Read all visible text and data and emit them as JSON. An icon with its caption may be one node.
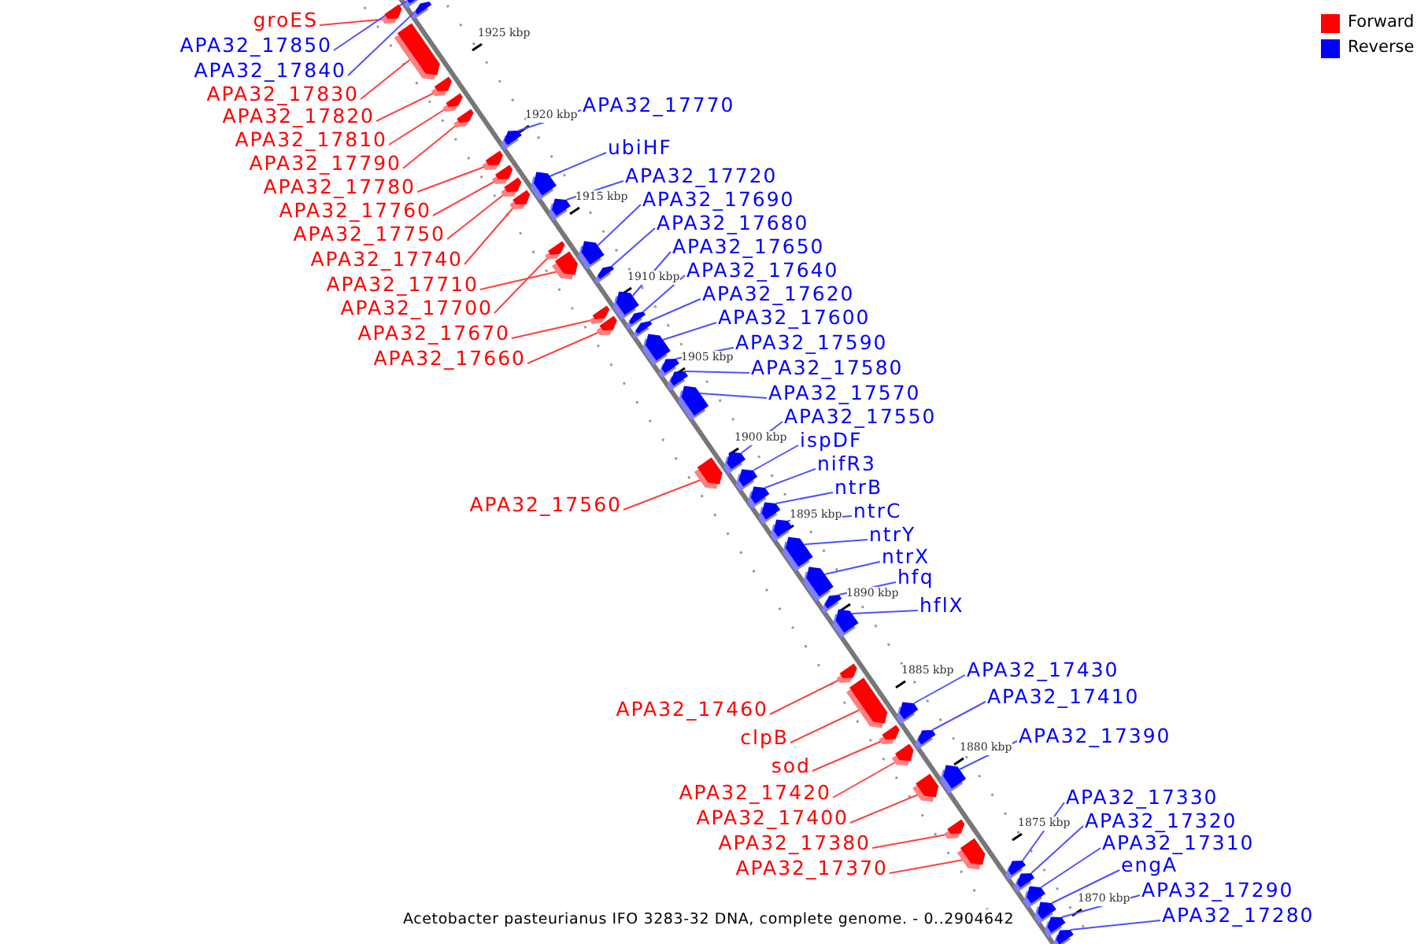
{
  "diagram": {
    "caption": "Acetobacter pasteurianus IFO 3283-32 DNA, complete genome. - 0..2904642",
    "nodes": [
      {
        "text": [
          "groES"
        ]
      },
      {
        "text": [],
        "shape": "arrow"
      },
      {
        "text": [
          "APA32_17850"
        ]
      },
      {
        "text": [],
        "shape": "arrow"
      },
      {
        "text": [
          "APA32_17840"
        ]
      },
      {
        "text": [],
        "shape": "arrow"
      },
      {
        "text": [
          "APA32_17830"
        ]
      },
      {
        "text": [],
        "shape": "arrow"
      },
      {
        "text": [
          "APA32_17770"
        ]
      },
      {
        "text": [],
        "shape": "arrow"
      },
      {
        "text": [
          "APA32_17820"
        ]
      },
      {
        "text": [],
        "shape": "arrow"
      },
      {
        "text": [
          "APA32_17810"
        ]
      },
      {
        "text": [],
        "shape": "arrow"
      },
      {
        "text": [
          "ubiHF"
        ]
      },
      {
        "text": [],
        "shape": "arrow"
      },
      {
        "text": [
          "APA32_17790"
        ]
      },
      {
        "text": [],
        "shape": "arrow"
      },
      {
        "text": [
          "APA32_17720"
        ]
      },
      {
        "text": [],
        "shape": "arrow"
      },
      {
        "text": [
          "APA32_17780"
        ]
      },
      {
        "text": [],
        "shape": "arrow"
      },
      {
        "text": [
          "APA32_17690"
        ]
      },
      {
        "text": [],
        "shape": "arrow"
      },
      {
        "text": [
          "APA32_17760"
        ]
      },
      {
        "text": [],
        "shape": "arrow"
      },
      {
        "text": [
          "APA32_17680"
        ]
      },
      {
        "text": [],
        "shape": "arrow"
      },
      {
        "text": [
          "APA32_17750"
        ]
      },
      {
        "text": [],
        "shape": "arrow"
      },
      {
        "text": [
          "APA32_17650"
        ]
      },
      {
        "text": [],
        "shape": "arrow"
      },
      {
        "text": [
          "APA32_17740"
        ]
      },
      {
        "text": [],
        "shape": "arrow"
      },
      {
        "text": [
          "APA32_17640"
        ]
      },
      {
        "text": [],
        "shape": "arrow"
      },
      {
        "text": [
          "APA32_17710"
        ]
      },
      {
        "text": [],
        "shape": "arrow"
      },
      {
        "text": [
          "APA32_17620"
        ]
      },
      {
        "text": [],
        "shape": "arrow"
      },
      {
        "text": [
          "APA32_17700"
        ]
      },
      {
        "text": [],
        "shape": "arrow"
      },
      {
        "text": [
          "APA32_17600"
        ]
      },
      {
        "text": [],
        "shape": "arrow"
      },
      {
        "text": [
          "APA32_17670"
        ]
      },
      {
        "text": [],
        "shape": "arrow"
      },
      {
        "text": [
          "APA32_17590"
        ]
      },
      {
        "text": [],
        "shape": "arrow"
      },
      {
        "text": [
          "APA32_17660"
        ]
      },
      {
        "text": [],
        "shape": "arrow"
      },
      {
        "text": [
          "APA32_17580"
        ]
      },
      {
        "text": [],
        "shape": "arrow"
      },
      {
        "text": [
          "APA32_17570"
        ]
      },
      {
        "text": [],
        "shape": "arrow"
      },
      {
        "text": [
          "APA32_17550"
        ]
      },
      {
        "text": [],
        "shape": "arrow"
      },
      {
        "text": [
          "ispDF"
        ]
      },
      {
        "text": [],
        "shape": "arrow"
      },
      {
        "text": [
          "nifR3"
        ]
      },
      {
        "text": [],
        "shape": "arrow"
      },
      {
        "text": [
          "ntrB"
        ]
      },
      {
        "text": [],
        "shape": "arrow"
      },
      {
        "text": [
          "APA32_17560"
        ]
      },
      {
        "text": [],
        "shape": "arrow"
      },
      {
        "text": [
          "ntrC"
        ]
      },
      {
        "text": [],
        "shape": "arrow"
      },
      {
        "text": [
          "ntrY"
        ]
      },
      {
        "text": [],
        "shape": "arrow"
      },
      {
        "text": [
          "ntrX"
        ]
      },
      {
        "text": [],
        "shape": "arrow"
      },
      {
        "text": [
          "hfq"
        ]
      },
      {
        "text": [],
        "shape": "arrow"
      },
      {
        "text": [
          "hflX"
        ]
      },
      {
        "text": [],
        "shape": "arrow"
      },
      {
        "text": [
          "APA32_17430"
        ]
      },
      {
        "text": [],
        "shape": "arrow"
      },
      {
        "text": [
          "APA32_17410"
        ]
      },
      {
        "text": [],
        "shape": "arrow"
      },
      {
        "text": [
          "APA32_17460"
        ]
      },
      {
        "text": [],
        "shape": "arrow"
      },
      {
        "text": [
          "APA32_17390"
        ]
      },
      {
        "text": [],
        "shape": "arrow"
      },
      {
        "text": [
          "clpB"
        ]
      },
      {
        "text": [],
        "shape": "arrow"
      },
      {
        "text": [
          "sod"
        ]
      },
      {
        "text": [],
        "shape": "arrow"
      },
      {
        "text": [
          "APA32_17420"
        ]
      },
      {
        "text": [],
        "shape": "arrow"
      },
      {
        "text": [
          "APA32_17330"
        ]
      },
      {
        "text": [],
        "shape": "arrow"
      },
      {
        "text": [
          "APA32_17400"
        ]
      },
      {
        "text": [],
        "shape": "arrow"
      },
      {
        "text": [
          "APA32_17320"
        ]
      },
      {
        "text": [],
        "shape": "arrow"
      },
      {
        "text": [
          "APA32_17310"
        ]
      },
      {
        "text": [],
        "shape": "arrow"
      },
      {
        "text": [
          "APA32_17380"
        ]
      },
      {
        "text": [],
        "shape": "arrow"
      },
      {
        "text": [
          "engA"
        ]
      },
      {
        "text": [],
        "shape": "arrow"
      },
      {
        "text": [
          "APA32_17370"
        ]
      },
      {
        "text": [],
        "shape": "arrow"
      },
      {
        "text": [
          "APA32_17290"
        ]
      },
      {
        "text": [],
        "shape": "arrow"
      },
      {
        "text": [
          "APA32_17280"
        ]
      },
      {
        "text": [],
        "shape": "arrow"
      }
    ],
    "edges": [
      {
        "from": 0,
        "to": 1,
        "arrow": "none",
        "color": "#ff4040"
      },
      {
        "from": 2,
        "to": 3,
        "arrow": "none"
      },
      {
        "from": 4,
        "to": 5,
        "arrow": "none"
      },
      {
        "from": 6,
        "to": 7,
        "arrow": "none",
        "color": "#ff4040"
      },
      {
        "from": 8,
        "to": 9,
        "arrow": "none"
      },
      {
        "from": 10,
        "to": 11,
        "arrow": "none",
        "color": "#ff4040"
      },
      {
        "from": 12,
        "to": 13,
        "arrow": "none",
        "color": "#ff4040"
      },
      {
        "from": 14,
        "to": 15,
        "arrow": "none"
      },
      {
        "from": 16,
        "to": 17,
        "arrow": "none",
        "color": "#ff4040"
      },
      {
        "from": 18,
        "to": 19,
        "arrow": "none"
      },
      {
        "from": 20,
        "to": 21,
        "arrow": "none",
        "color": "#ff4040"
      },
      {
        "from": 22,
        "to": 23,
        "arrow": "none"
      },
      {
        "from": 24,
        "to": 25,
        "arrow": "none",
        "color": "#ff4040"
      },
      {
        "from": 26,
        "to": 27,
        "arrow": "none"
      },
      {
        "from": 28,
        "to": 29,
        "arrow": "none",
        "color": "#ff4040"
      },
      {
        "from": 30,
        "to": 31,
        "arrow": "none"
      },
      {
        "from": 32,
        "to": 33,
        "arrow": "none",
        "color": "#ff4040"
      },
      {
        "from": 34,
        "to": 35,
        "arrow": "none"
      },
      {
        "from": 36,
        "to": 37,
        "arrow": "none",
        "color": "#ff4040"
      },
      {
        "from": 38,
        "to": 39,
        "arrow": "none"
      },
      {
        "from": 40,
        "to": 41,
        "arrow": "none",
        "color": "#ff4040"
      },
      {
        "from": 42,
        "to": 43,
        "arrow": "none"
      },
      {
        "from": 44,
        "to": 45,
        "arrow": "none",
        "color": "#ff4040"
      },
      {
        "from": 46,
        "to": 47,
        "arrow": "none"
      },
      {
        "from": 48,
        "to": 49,
        "arrow": "none",
        "color": "#ff4040"
      },
      {
        "from": 50,
        "to": 51,
        "arrow": "none"
      },
      {
        "from": 52,
        "to": 53,
        "arrow": "none"
      },
      {
        "from": 54,
        "to": 55,
        "arrow": "none"
      },
      {
        "from": 56,
        "to": 57,
        "arrow": "none"
      },
      {
        "from": 58,
        "to": 59,
        "arrow": "none"
      },
      {
        "from": 60,
        "to": 61,
        "arrow": "none"
      },
      {
        "from": 62,
        "to": 63,
        "arrow": "none",
        "color": "#ff4040"
      },
      {
        "from": 64,
        "to": 65,
        "arrow": "none"
      },
      {
        "from": 66,
        "to": 67,
        "arrow": "none"
      },
      {
        "from": 68,
        "to": 69,
        "arrow": "none"
      },
      {
        "from": 70,
        "to": 71,
        "arrow": "none"
      },
      {
        "from": 72,
        "to": 73,
        "arrow": "none"
      },
      {
        "from": 74,
        "to": 75,
        "arrow": "none"
      },
      {
        "from": 76,
        "to": 77,
        "arrow": "none"
      },
      {
        "from": 78,
        "to": 79,
        "arrow": "none",
        "color": "#ff4040"
      },
      {
        "from": 80,
        "to": 81,
        "arrow": "none"
      },
      {
        "from": 82,
        "to": 83,
        "arrow": "none",
        "color": "#ff4040"
      },
      {
        "from": 84,
        "to": 85,
        "arrow": "none",
        "color": "#ff4040"
      },
      {
        "from": 86,
        "to": 87,
        "arrow": "none",
        "color": "#ff4040"
      },
      {
        "from": 88,
        "to": 89,
        "arrow": "none"
      },
      {
        "from": 90,
        "to": 91,
        "arrow": "none",
        "color": "#ff4040"
      },
      {
        "from": 92,
        "to": 93,
        "arrow": "none"
      },
      {
        "from": 94,
        "to": 95,
        "arrow": "none"
      },
      {
        "from": 96,
        "to": 97,
        "arrow": "none",
        "color": "#ff4040"
      },
      {
        "from": 98,
        "to": 99,
        "arrow": "none"
      },
      {
        "from": 100,
        "to": 101,
        "arrow": "none",
        "color": "#ff4040"
      },
      {
        "from": 102,
        "to": 103,
        "arrow": "none"
      },
      {
        "from": 104,
        "to": 105,
        "arrow": "none"
      }
    ],
    "labels": [
      "1925 kbp",
      "1920 kbp",
      "1915 kbp",
      "1910 kbp",
      "1905 kbp",
      "1900 kbp",
      "1895 kbp",
      "1890 kbp",
      "1885 kbp",
      "1880 kbp",
      "1875 kbp",
      "1870 kbp"
    ],
    "legend": [
      {
        "text": "Forward",
        "color": "#ff0000"
      },
      {
        "text": "Reverse",
        "color": "#0000ff"
      }
    ]
  }
}
